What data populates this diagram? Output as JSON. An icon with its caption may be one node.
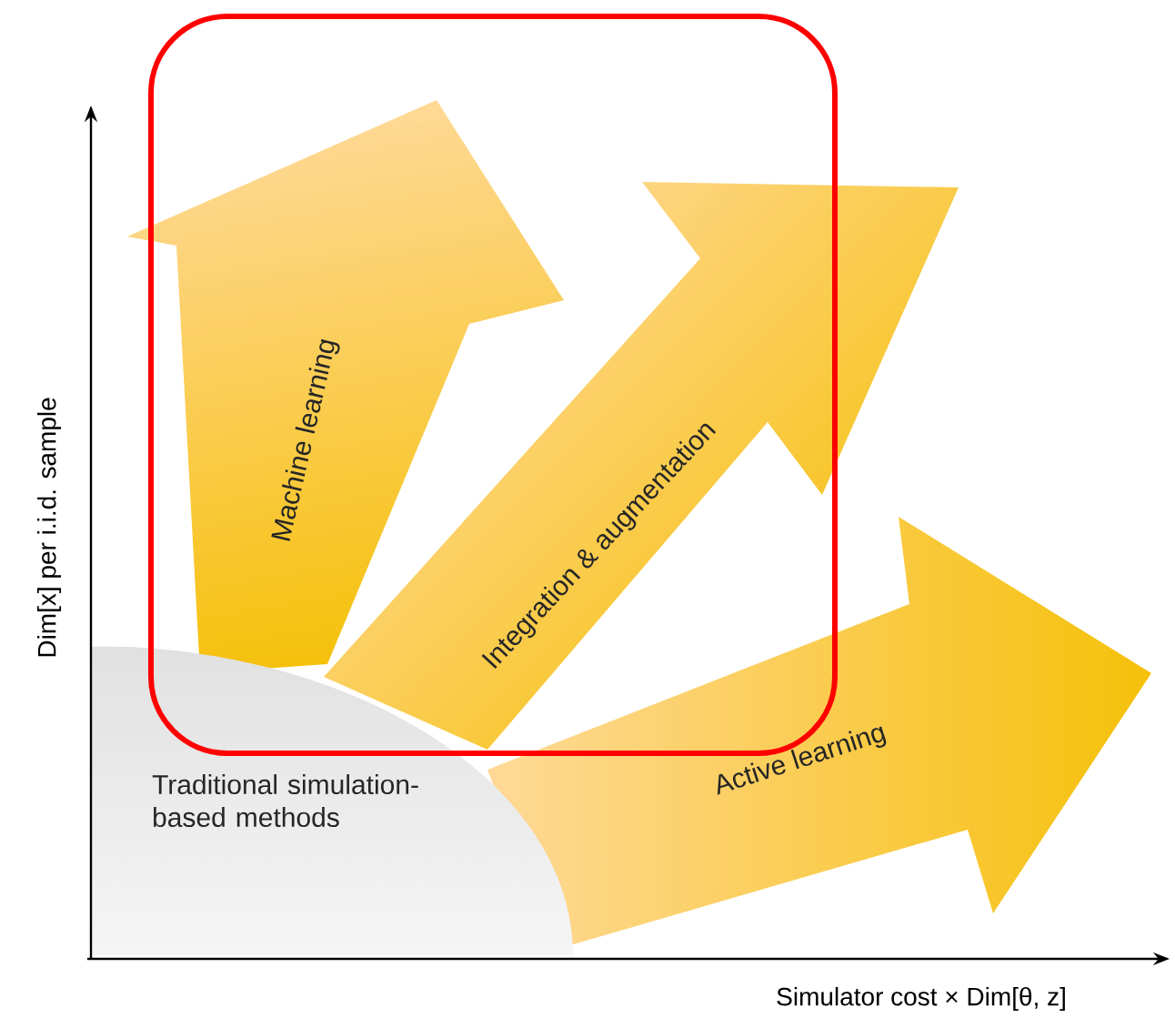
{
  "diagram": {
    "nodes": [
      {
        "text": [
          "Machine learning"
        ]
      },
      {
        "text": [
          "Integration & augmentation"
        ]
      },
      {
        "text": [
          "Active learning"
        ]
      },
      {
        "text": [
          "Traditional simulation-based methods"
        ]
      }
    ],
    "labels": [
      "Dim[x] per i.i.d. sample",
      "Simulator cost × Dim[θ, z]"
    ]
  }
}
